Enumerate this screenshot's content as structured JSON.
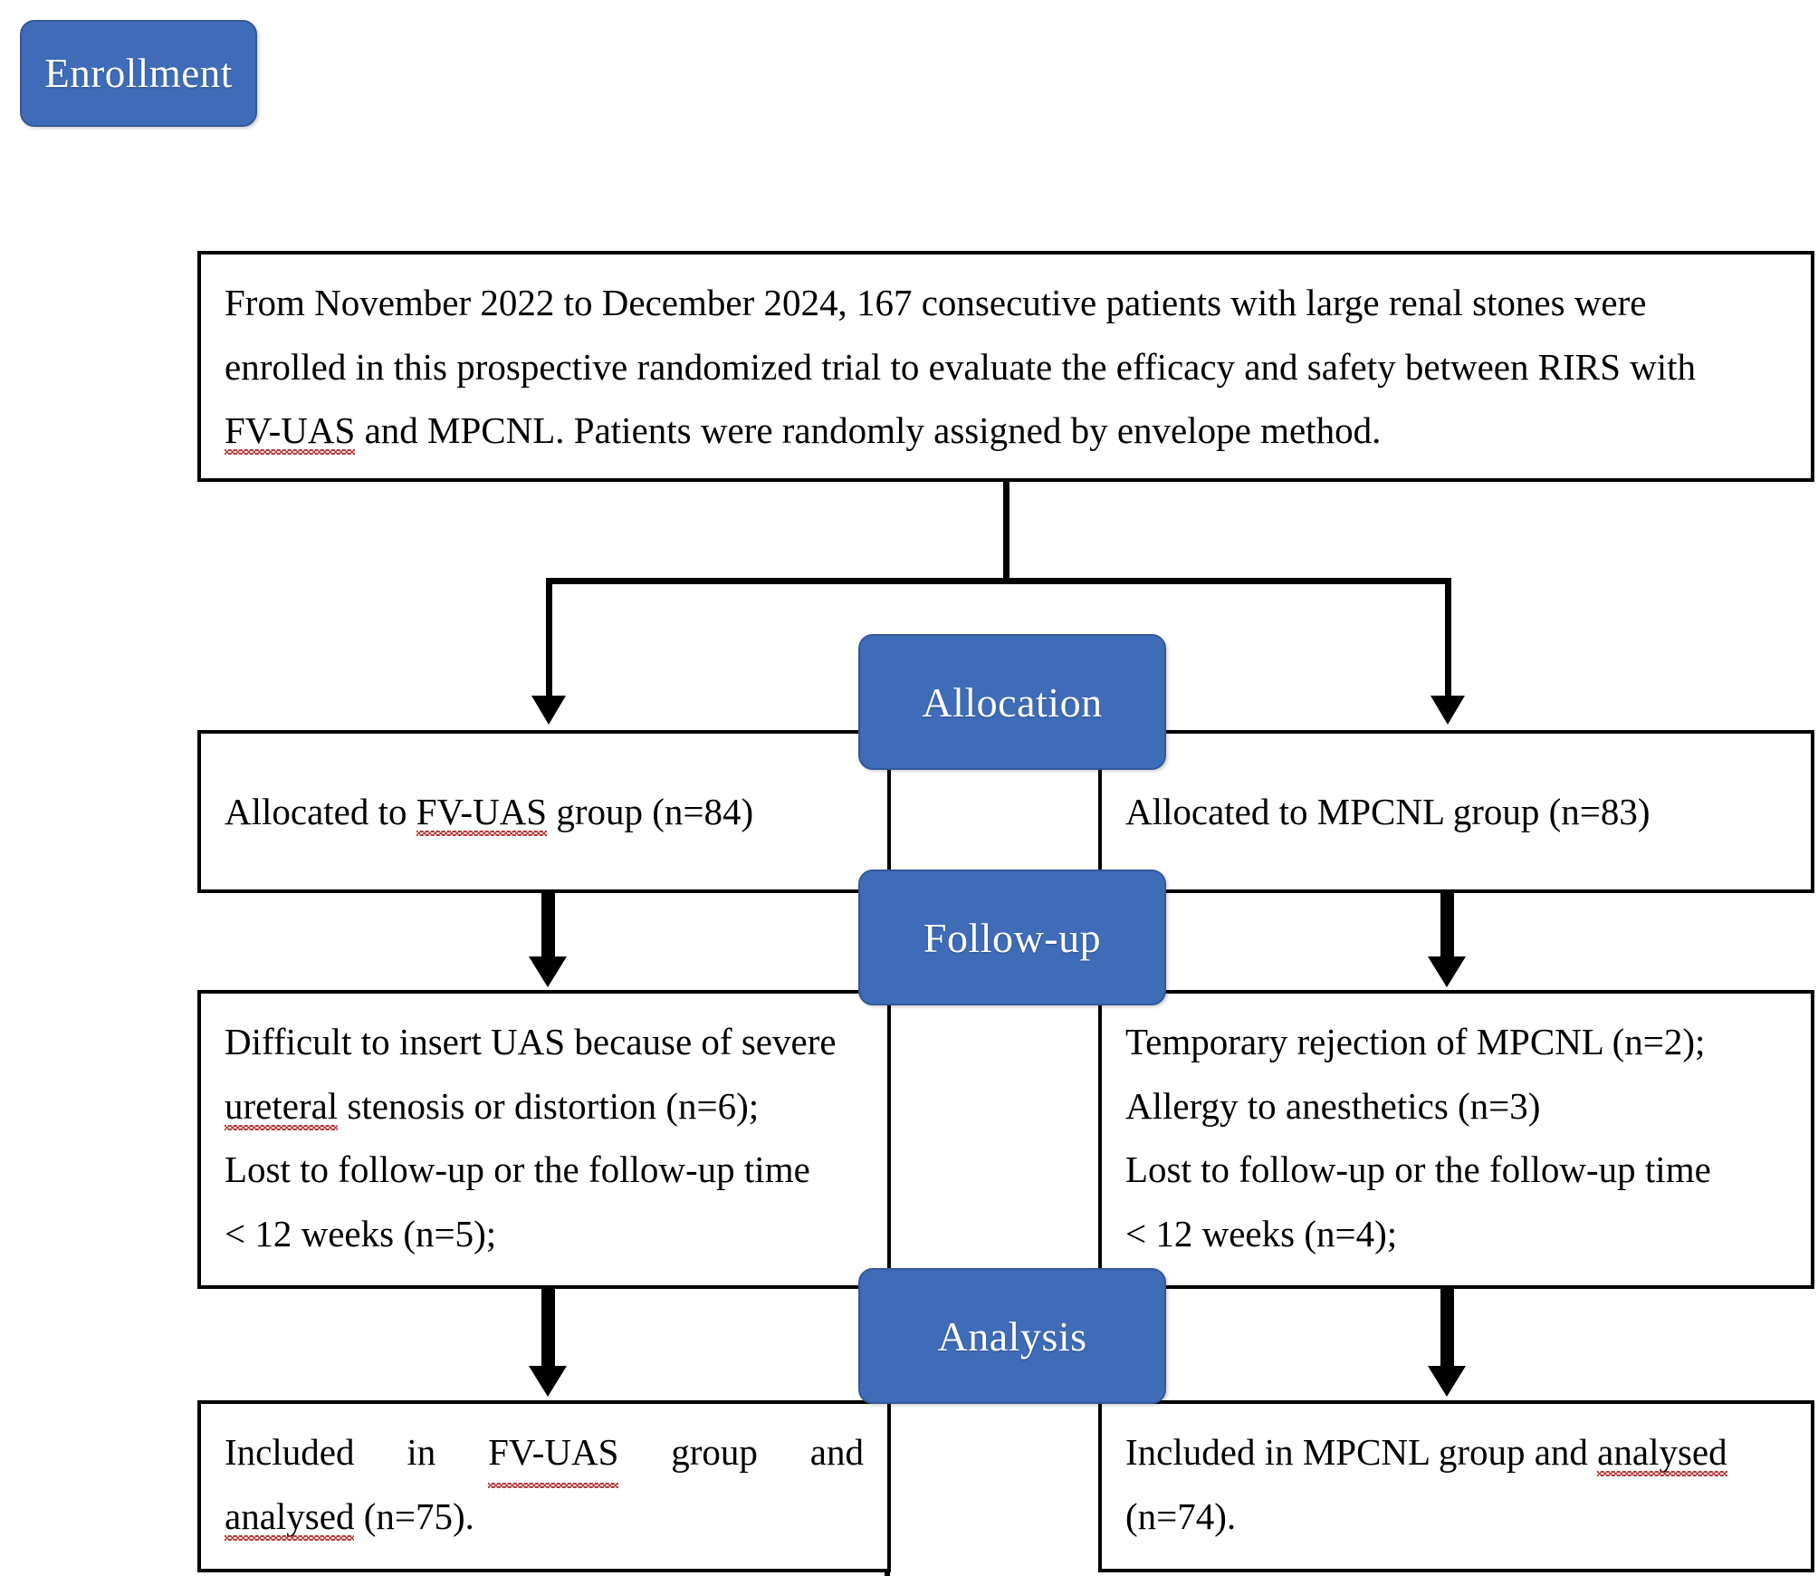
{
  "diagram": {
    "title": "CONSORT participant flow diagram",
    "accent_color": "#3f6cb8",
    "border_color": "#000000",
    "background": "#ffffff"
  },
  "stages": {
    "enrollment": "Enrollment",
    "allocation": "Allocation",
    "followup": "Follow-up",
    "analysis": "Analysis"
  },
  "enrollment_box": {
    "text": "From November 2022 to December 2024, 167 consecutive patients with large renal stones were enrolled in this prospective randomized trial to evaluate the efficacy and safety between RIRS with FV-UAS and MPCNL. Patients were randomly assigned by envelope method.",
    "line1": "From November 2022 to December 2024, 167 consecutive patients with large renal stones were",
    "line2": "enrolled in this prospective randomized trial to evaluate the efficacy and safety between RIRS with",
    "line3_a": "FV-UAS",
    "line3_b": " and MPCNL. Patients were randomly assigned by envelope method."
  },
  "allocation": {
    "left": {
      "prefix": "Allocated to ",
      "term": "FV-UAS",
      "suffix": " group (n=84)",
      "n": 84,
      "group": "FV-UAS"
    },
    "right": {
      "text": "Allocated to MPCNL group (n=83)",
      "n": 83,
      "group": "MPCNL"
    }
  },
  "followup": {
    "left": {
      "line1": "Difficult to insert UAS because of severe",
      "line2_a": "ureteral",
      "line2_b": " stenosis or distortion (n=6);",
      "line3": "Lost to follow-up or the follow-up time",
      "line4": "< 12 weeks (n=5);",
      "items": [
        "Difficult to insert UAS because of severe ureteral stenosis or distortion (n=6);",
        "Lost to follow-up or the follow-up time < 12 weeks (n=5);"
      ]
    },
    "right": {
      "line1": "Temporary rejection of MPCNL (n=2);",
      "line2": "Allergy to anesthetics (n=3)",
      "line3": "Lost to follow-up or the follow-up time",
      "line4": "< 12 weeks (n=4);",
      "items": [
        "Temporary rejection of MPCNL (n=2);",
        "Allergy to anesthetics (n=3)",
        "Lost to follow-up or the follow-up time < 12 weeks (n=4);"
      ]
    }
  },
  "analysis": {
    "left": {
      "word1": "Included",
      "word2": "in",
      "term": "FV-UAS",
      "word3": "group",
      "word4": "and",
      "line2_a": "analysed",
      "line2_b": " (n=75).",
      "text": "Included in FV-UAS group and analysed (n=75).",
      "n": 75
    },
    "right": {
      "line1_a": "Included in MPCNL group and ",
      "line1_b": "analysed",
      "line2": "(n=74).",
      "text": "Included in MPCNL group and analysed (n=74).",
      "n": 74
    }
  }
}
